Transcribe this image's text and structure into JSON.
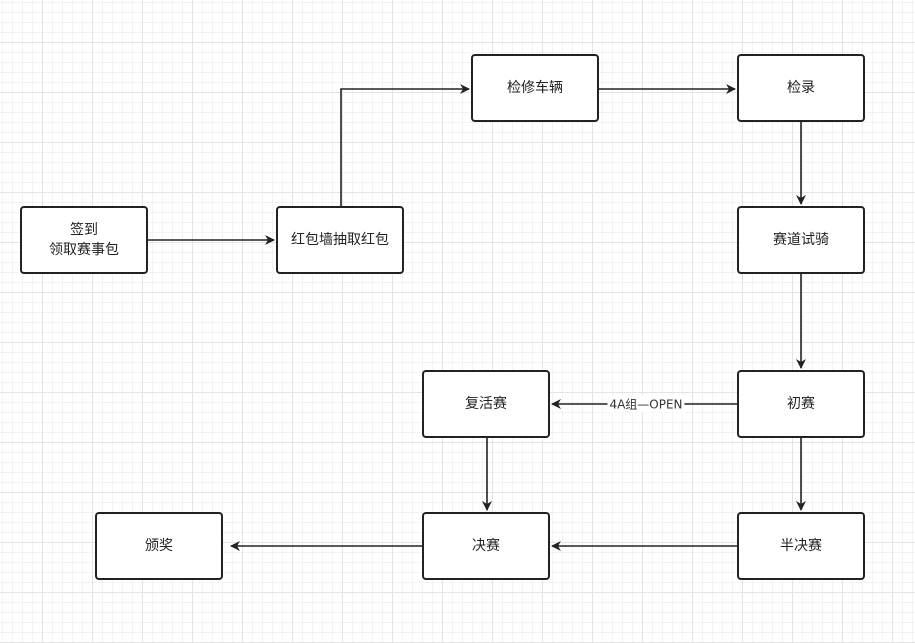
{
  "nodes": [
    {
      "id": "signin",
      "label": "签到\n领取赛事包"
    },
    {
      "id": "redpacket",
      "label": "红包墙抽取红包"
    },
    {
      "id": "repair",
      "label": "检修车辆"
    },
    {
      "id": "checkin",
      "label": "检录"
    },
    {
      "id": "trial",
      "label": "赛道试骑"
    },
    {
      "id": "prelim",
      "label": "初赛"
    },
    {
      "id": "revival",
      "label": "复活赛"
    },
    {
      "id": "semifinal",
      "label": "半决赛"
    },
    {
      "id": "final",
      "label": "决赛"
    },
    {
      "id": "award",
      "label": "颁奖"
    }
  ],
  "edges": [
    {
      "from": "signin",
      "to": "redpacket",
      "label": ""
    },
    {
      "from": "redpacket",
      "to": "repair",
      "label": ""
    },
    {
      "from": "repair",
      "to": "checkin",
      "label": ""
    },
    {
      "from": "checkin",
      "to": "trial",
      "label": ""
    },
    {
      "from": "trial",
      "to": "prelim",
      "label": ""
    },
    {
      "from": "prelim",
      "to": "revival",
      "label": "4A组—OPEN"
    },
    {
      "from": "prelim",
      "to": "semifinal",
      "label": ""
    },
    {
      "from": "revival",
      "to": "final",
      "label": ""
    },
    {
      "from": "semifinal",
      "to": "final",
      "label": ""
    },
    {
      "from": "final",
      "to": "award",
      "label": ""
    }
  ]
}
